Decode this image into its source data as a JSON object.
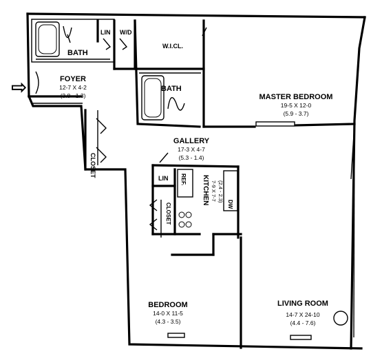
{
  "rooms": {
    "bath1": {
      "name": "BATH"
    },
    "lin1": {
      "name": "LIN"
    },
    "wd": {
      "name": "W/D"
    },
    "wicl": {
      "name": "W.I.CL."
    },
    "bath2": {
      "name": "BATH"
    },
    "foyer": {
      "name": "FOYER",
      "dim": "12-7 X 4-2",
      "metric": "(3.8 - 1.3)"
    },
    "master": {
      "name": "MASTER BEDROOM",
      "dim": "19-5 X 12-0",
      "metric": "(5.9 - 3.7)"
    },
    "closet1": {
      "name": "CLOSET"
    },
    "gallery": {
      "name": "GALLERY",
      "dim": "17-3 X 4-7",
      "metric": "(5.3 - 1.4)"
    },
    "lin2": {
      "name": "LIN"
    },
    "ref": {
      "name": "REF."
    },
    "kitchen": {
      "name": "KITCHEN",
      "dim": "7-9 X 7-7",
      "metric": "(2.4 - 2.3)"
    },
    "dw": {
      "name": "DW"
    },
    "closet2": {
      "name": "CLOSET"
    },
    "bedroom": {
      "name": "BEDROOM",
      "dim": "14-0 X 11-5",
      "metric": "(4.3 - 3.5)"
    },
    "living": {
      "name": "LIVING ROOM",
      "dim": "14-7 X 24-10",
      "metric": "(4.4 - 7.6)"
    }
  },
  "entry_arrow": "⇨"
}
